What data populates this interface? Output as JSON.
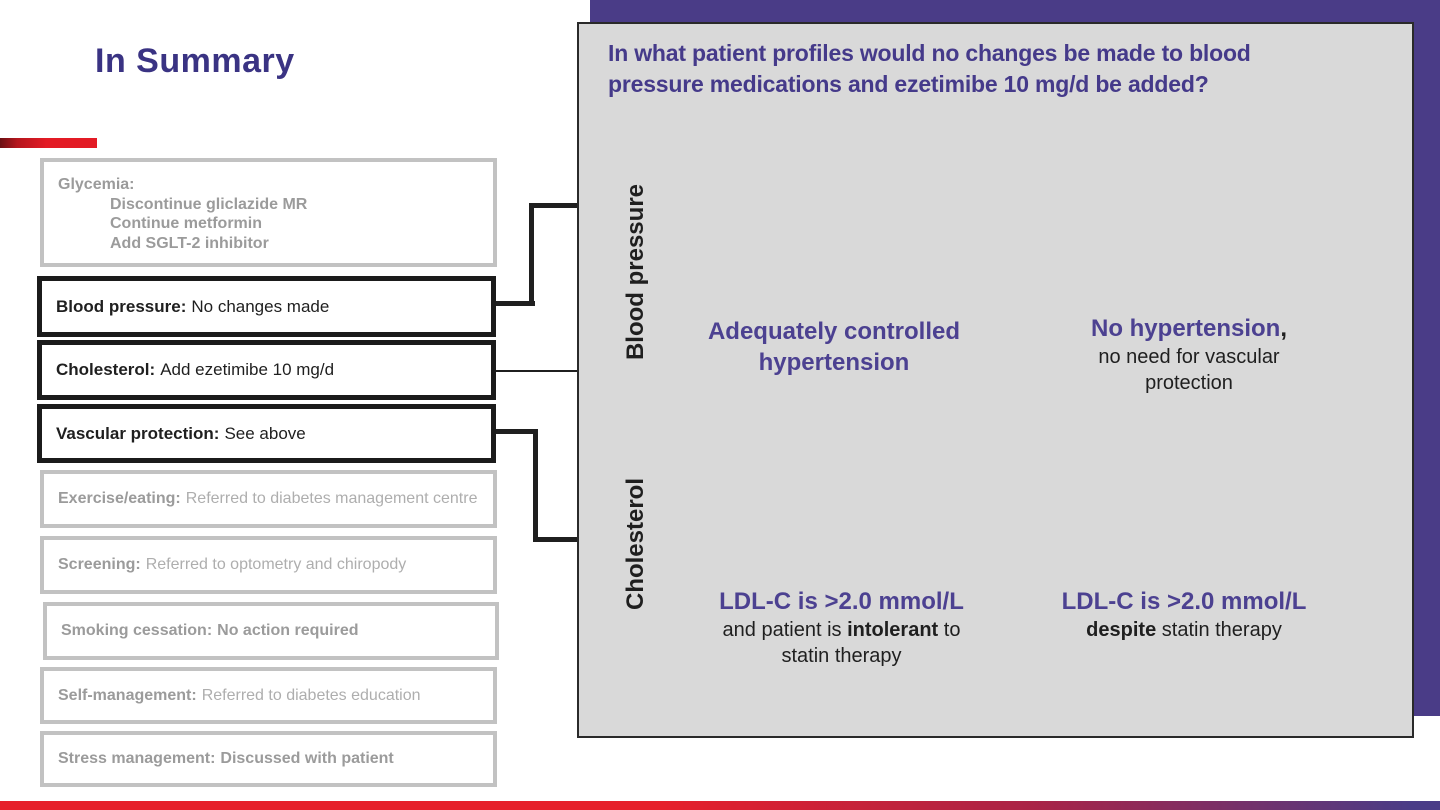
{
  "title": "In Summary",
  "colors": {
    "brand_purple": "#4a3c87",
    "heading_purple": "#453a8a",
    "accent_red": "#e6202b",
    "panel_gray": "#d9d9d9",
    "active_border": "#1b1b1b",
    "muted_border": "#c2c2c2"
  },
  "summary_boxes": [
    {
      "label": "Glycemia:",
      "lines": [
        "Discontinue gliclazide MR",
        "Continue metformin",
        "Add SGLT-2 inhibitor"
      ]
    },
    {
      "label": "Blood pressure:",
      "value": "No changes made"
    },
    {
      "label": "Cholesterol:",
      "value": "Add ezetimibe 10 mg/d"
    },
    {
      "label": "Vascular protection:",
      "value": "See above"
    },
    {
      "label": "Exercise/eating:",
      "value": "Referred to diabetes management centre"
    },
    {
      "label": "Screening:",
      "value": "Referred to optometry and chiropody"
    },
    {
      "label": "Smoking cessation:",
      "value": "No action required"
    },
    {
      "label": "Self-management:",
      "value": "Referred to diabetes education"
    },
    {
      "label": "Stress management:",
      "value": "Discussed with patient"
    }
  ],
  "panel": {
    "question": {
      "line1": "In what patient profiles would no changes be made to blood",
      "line2": "pressure medications and ezetimibe 10 mg/d be added?"
    },
    "rows": [
      {
        "axis_label": "Blood pressure"
      },
      {
        "axis_label": "Cholesterol"
      }
    ],
    "quadrants": {
      "bp_left": {
        "line1": "Adequately controlled",
        "line2": "hypertension"
      },
      "bp_right": {
        "title": "No hypertension",
        "title_punct": ",",
        "sub1": "no need for vascular",
        "sub2": "protection"
      },
      "chol_left": {
        "title": "LDL-C is >2.0 mmol/L",
        "sub_prefix": "and patient is ",
        "sub_bold": "intolerant",
        "sub_suffix": " to",
        "sub2": "statin therapy"
      },
      "chol_right": {
        "title": "LDL-C is >2.0 mmol/L",
        "sub_bold": "despite",
        "sub_suffix": " statin therapy"
      }
    }
  }
}
